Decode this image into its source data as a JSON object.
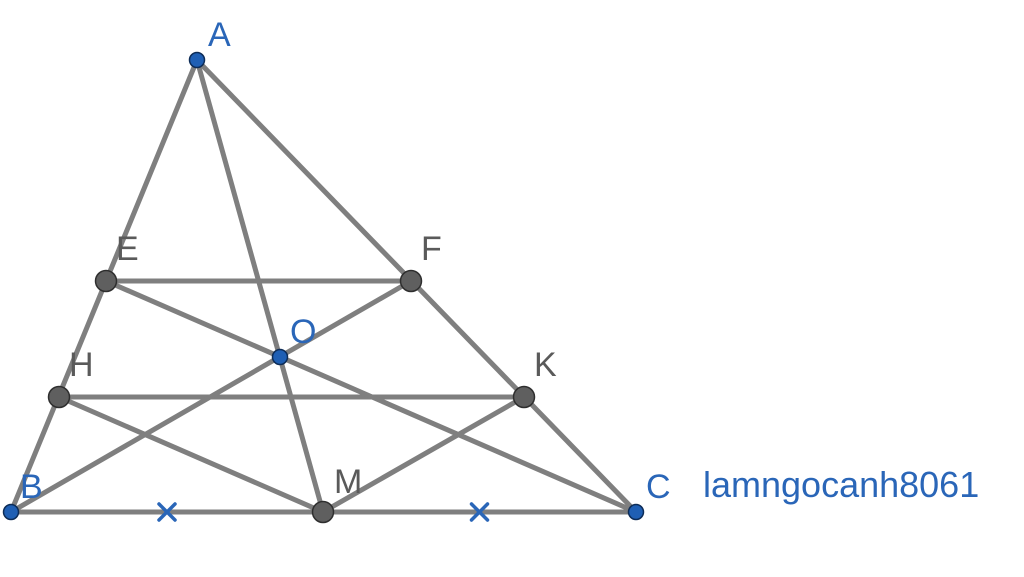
{
  "diagram": {
    "points": [
      {
        "id": "A",
        "label": "A",
        "kind": "main"
      },
      {
        "id": "B",
        "label": "B",
        "kind": "main"
      },
      {
        "id": "C",
        "label": "C",
        "kind": "main"
      },
      {
        "id": "O",
        "label": "O",
        "kind": "main"
      },
      {
        "id": "E",
        "label": "E",
        "kind": "aux"
      },
      {
        "id": "F",
        "label": "F",
        "kind": "aux"
      },
      {
        "id": "H",
        "label": "H",
        "kind": "aux"
      },
      {
        "id": "K",
        "label": "K",
        "kind": "aux"
      },
      {
        "id": "M",
        "label": "M",
        "kind": "aux"
      }
    ],
    "segments": [
      [
        "A",
        "B"
      ],
      [
        "A",
        "C"
      ],
      [
        "B",
        "C"
      ],
      [
        "A",
        "M"
      ],
      [
        "E",
        "F"
      ],
      [
        "H",
        "K"
      ],
      [
        "E",
        "C"
      ],
      [
        "H",
        "M"
      ],
      [
        "B",
        "F"
      ],
      [
        "M",
        "K"
      ]
    ],
    "equal_marks": [
      [
        "B",
        "M"
      ],
      [
        "M",
        "C"
      ]
    ]
  },
  "watermark": "lamngocanh8061",
  "colors": {
    "main_point": "#1f5fb4",
    "aux_point": "#5f5f5f",
    "line": "#7f7f7f",
    "label_blue": "#2a66b8",
    "label_gray": "#5a5a5a"
  }
}
